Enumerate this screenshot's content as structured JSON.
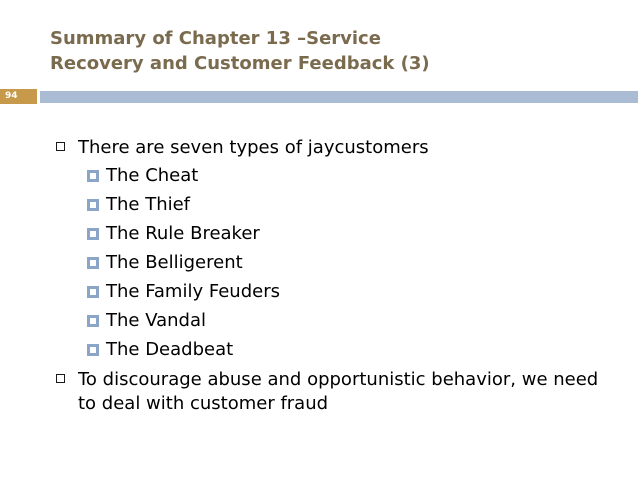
{
  "slide": {
    "title_line1": "Summary of Chapter 13 –Service",
    "title_line2": "Recovery and Customer Feedback (3)",
    "number": "94"
  },
  "content": {
    "item1": "There are seven types of jaycustomers",
    "sub_items": [
      "The Cheat",
      "The Thief",
      "The Rule Breaker",
      "The Belligerent",
      "The Family Feuders",
      "The Vandal",
      "The Deadbeat"
    ],
    "item2": "To discourage abuse and opportunistic behavior, we need to deal with customer fraud"
  },
  "colors": {
    "title": "#7a6a4e",
    "accent_bar": "#aabbd4",
    "number_box": "#c79a4b",
    "sub_bullet": "#8aa5c8"
  },
  "icons": {
    "main_bullet": "square-outline-icon",
    "sub_bullet": "square-filled-icon"
  }
}
